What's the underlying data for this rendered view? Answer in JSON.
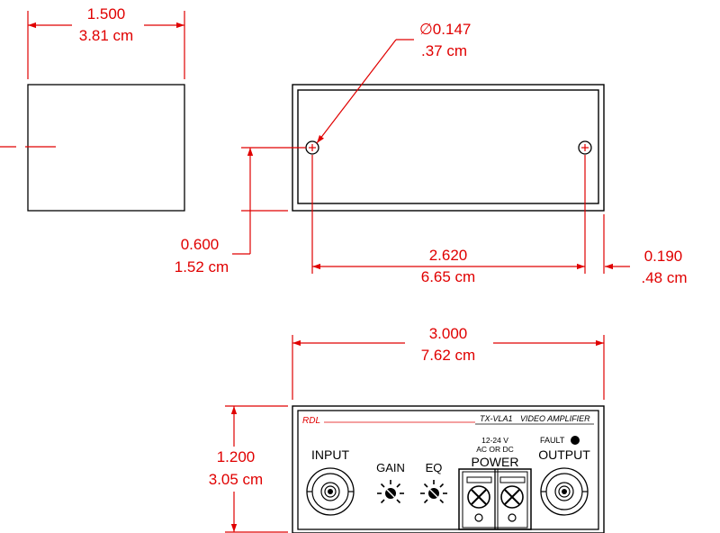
{
  "colors": {
    "dimension": "#e00000",
    "outline": "#000000"
  },
  "side_view": {
    "width_in": "1.500",
    "width_cm": "3.81 cm"
  },
  "top_view": {
    "hole_dia_in": "∅0.147",
    "hole_dia_cm": ".37 cm",
    "hole_height_in": "0.600",
    "hole_height_cm": "1.52 cm",
    "hole_spacing_in": "2.620",
    "hole_spacing_cm": "6.65 cm",
    "hole_edge_in": "0.190",
    "hole_edge_cm": ".48 cm"
  },
  "front_view": {
    "width_in": "3.000",
    "width_cm": "7.62 cm",
    "height_in": "1.200",
    "height_cm": "3.05 cm",
    "panel": {
      "brand": "RDL",
      "model": "TX-VLA1",
      "product": "VIDEO AMPLIFIER",
      "input_label": "INPUT",
      "gain_label": "GAIN",
      "eq_label": "EQ",
      "voltage_label": "12-24  V",
      "acdc_label": "AC  OR  DC",
      "power_label": "POWER",
      "fault_label": "FAULT",
      "output_label": "OUTPUT"
    }
  }
}
